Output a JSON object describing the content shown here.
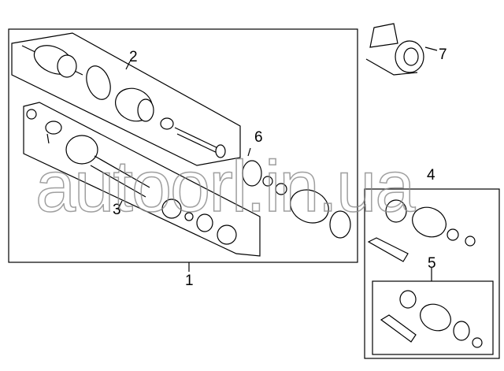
{
  "diagram": {
    "callouts": [
      "1",
      "2",
      "3",
      "4",
      "5",
      "6",
      "7"
    ],
    "watermark": "autoorl.in.ua"
  }
}
